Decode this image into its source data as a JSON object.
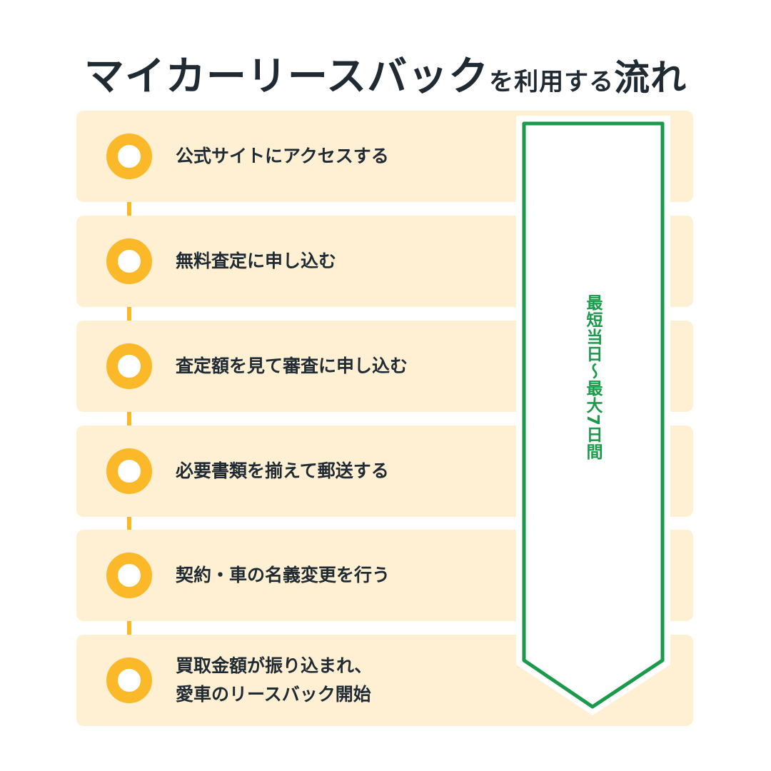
{
  "title": {
    "part1": "マイカーリースバック",
    "part2": "を利用する",
    "part3": "流れ"
  },
  "steps": [
    {
      "label": "公式サイトにアクセスする"
    },
    {
      "label": "無料査定に申し込む"
    },
    {
      "label": "査定額を見て審査に申し込む"
    },
    {
      "label": "必要書類を揃えて郵送する"
    },
    {
      "label": "契約・車の名義変更を行う"
    },
    {
      "label": "買取金額が振り込まれ、\n愛車のリースバック開始"
    }
  ],
  "duration_arrow": {
    "label": "最短当日〜最大7日間"
  },
  "colors": {
    "accent": "#fbb829",
    "card": "#fff0d4",
    "arrow": "#1a9a4a",
    "text": "#1f2a33"
  }
}
